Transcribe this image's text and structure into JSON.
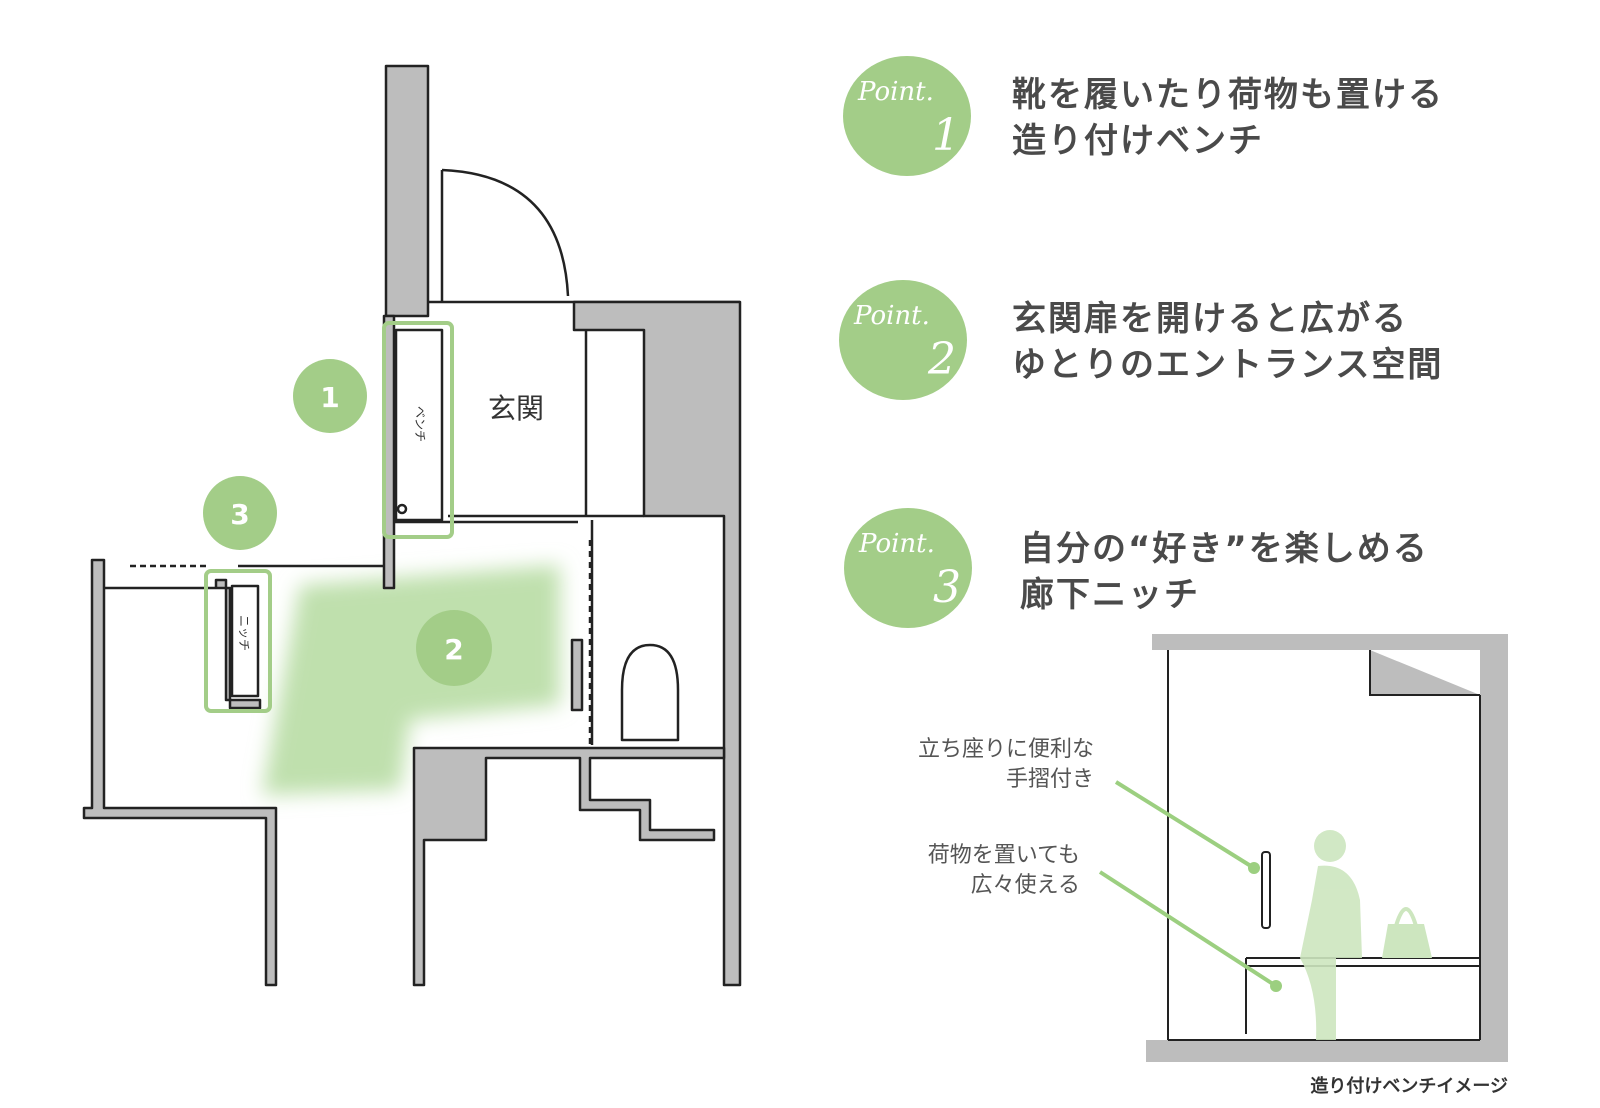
{
  "colors": {
    "accent_green": "#a3cd88",
    "area_green": "#bfe0ad",
    "leader_green": "#9ccf80",
    "figure_green": "#cde6bf",
    "wall_gray": "#bdbdbd",
    "line_dark": "#222222",
    "text_dark": "#4a4a4a"
  },
  "points": [
    {
      "badge_word": "Point.",
      "number": "1",
      "line1": "靴を履いたり荷物も置ける",
      "line2": "造り付けベンチ"
    },
    {
      "badge_word": "Point.",
      "number": "2",
      "line1": "玄関扉を開けると広がる",
      "line2": "ゆとりのエントランス空間"
    },
    {
      "badge_word": "Point.",
      "number": "3",
      "line1": "自分の“好き”を楽しめる",
      "line2": "廊下ニッチ"
    }
  ],
  "plan": {
    "entrance_label": "玄関",
    "bench_label": "ベンチ",
    "niche_label": "ニッチ",
    "markers": [
      "1",
      "2",
      "3"
    ]
  },
  "sketch": {
    "annotation1_line1": "立ち座りに便利な",
    "annotation1_line2": "手摺付き",
    "annotation2_line1": "荷物を置いても",
    "annotation2_line2": "広々使える",
    "caption": "造り付けベンチイメージ"
  }
}
